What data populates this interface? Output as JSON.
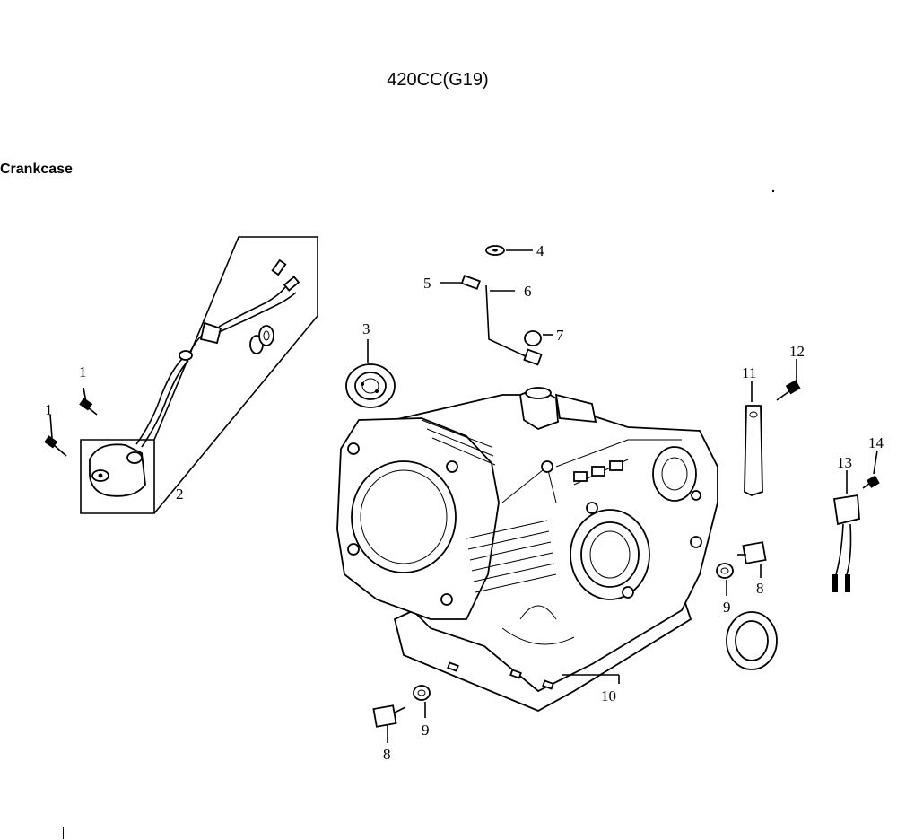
{
  "header": {
    "model": "420CC(G19)",
    "section": "Crankcase"
  },
  "callouts": {
    "c1a": "1",
    "c1b": "1",
    "c2": "2",
    "c3": "3",
    "c4": "4",
    "c5": "5",
    "c6": "6",
    "c7": "7",
    "c8a": "8",
    "c8b": "8",
    "c9a": "9",
    "c9b": "9",
    "c10": "10",
    "c11": "11",
    "c12": "12",
    "c13": "13",
    "c14": "14"
  }
}
